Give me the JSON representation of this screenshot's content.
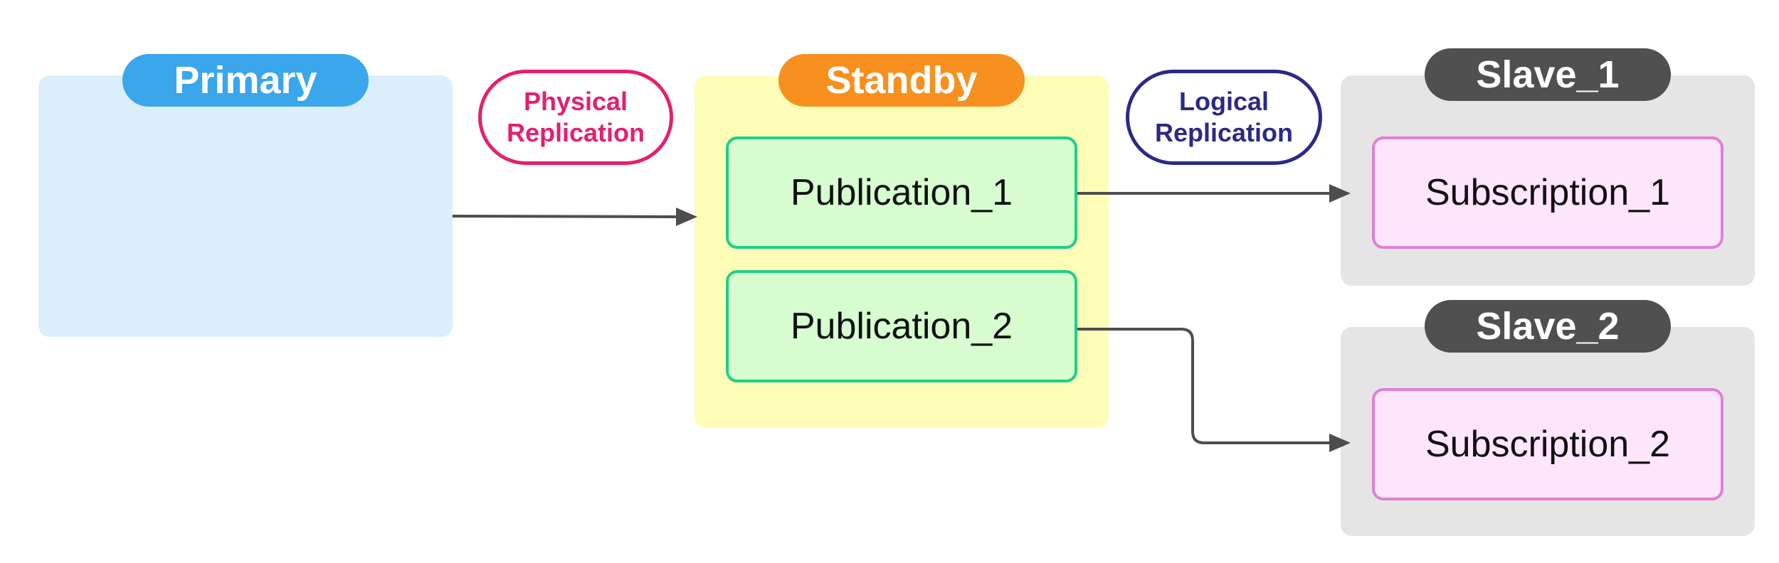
{
  "nodes": {
    "primary": {
      "label": "Primary",
      "fill": "#dbeefc",
      "accent": "#3aa6ec"
    },
    "standby": {
      "label": "Standby",
      "fill": "#fdfdb8",
      "accent": "#f7901e"
    },
    "slave_1": {
      "label": "Slave_1",
      "fill": "#e5e5e5",
      "accent": "#505050"
    },
    "slave_2": {
      "label": "Slave_2",
      "fill": "#e5e5e5",
      "accent": "#505050"
    }
  },
  "publications": [
    {
      "label": "Publication_1",
      "fill": "#d6fcd0",
      "border": "#1fcf86"
    },
    {
      "label": "Publication_2",
      "fill": "#d6fcd0",
      "border": "#1fcf86"
    }
  ],
  "subscriptions": [
    {
      "label": "Subscription_1",
      "fill": "#fde6fb",
      "border": "#e07ed8"
    },
    {
      "label": "Subscription_2",
      "fill": "#fde6fb",
      "border": "#e07ed8"
    }
  ],
  "edge_labels": {
    "physical": {
      "line1": "Physical",
      "line2": "Replication",
      "color": "#e51f6f"
    },
    "logical": {
      "line1": "Logical",
      "line2": "Replication",
      "color": "#2a2a86"
    }
  },
  "edges": [
    {
      "from": "Primary",
      "to": "Standby",
      "label": "Physical Replication"
    },
    {
      "from": "Publication_1",
      "to": "Subscription_1",
      "label": "Logical Replication"
    },
    {
      "from": "Publication_2",
      "to": "Subscription_2"
    }
  ],
  "colors": {
    "edge": "#4d4d4d"
  }
}
